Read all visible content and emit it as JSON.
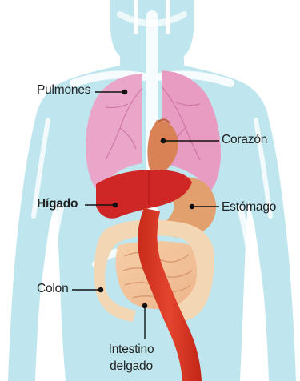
{
  "colors": {
    "background": "#ffffff",
    "body_silhouette": "#bfe6ee",
    "skeleton": "#ffffff",
    "lungs": "#eaa6c8",
    "heart": "#d98255",
    "liver": "#cf2626",
    "stomach": "#e2a06e",
    "colon": "#f3d6b4",
    "small_intestine": "#f2c6a2",
    "esophagus_rectum": "#d83a28",
    "leader_line": "#111111"
  },
  "diagram": {
    "labels": {
      "lungs": "Pulmones",
      "heart": "Corazón",
      "liver": "Hígado",
      "stomach": "Estómago",
      "colon": "Colon",
      "small_intestine_line1": "Intestino",
      "small_intestine_line2": "delgado"
    },
    "highlighted": "liver"
  }
}
